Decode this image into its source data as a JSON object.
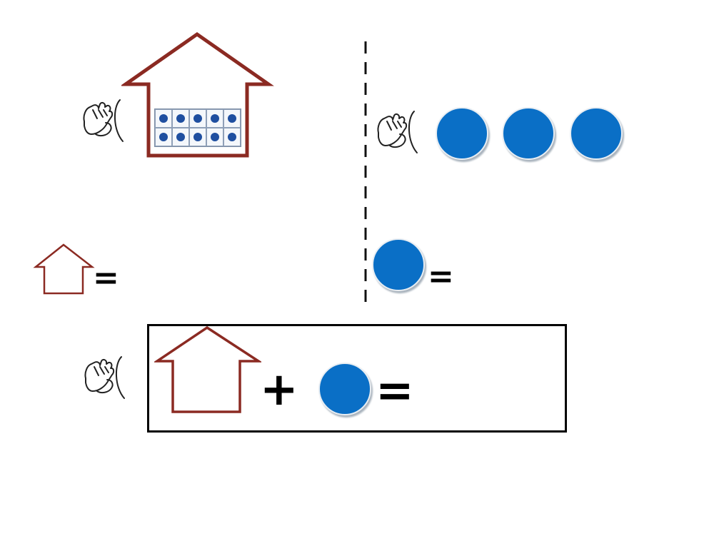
{
  "symbols": {
    "equals": "=",
    "plus": "+"
  },
  "ten_frame": {
    "filled": 10,
    "total": 10
  },
  "counters_row_count": 3,
  "icons": {
    "hands": "clapping-hands-icon",
    "house": "house-icon",
    "counter": "blue-circle-counter"
  },
  "colors": {
    "house": "#8b2a22",
    "counter": "#0a6fc6",
    "frame_dot": "#1f4fa0"
  }
}
